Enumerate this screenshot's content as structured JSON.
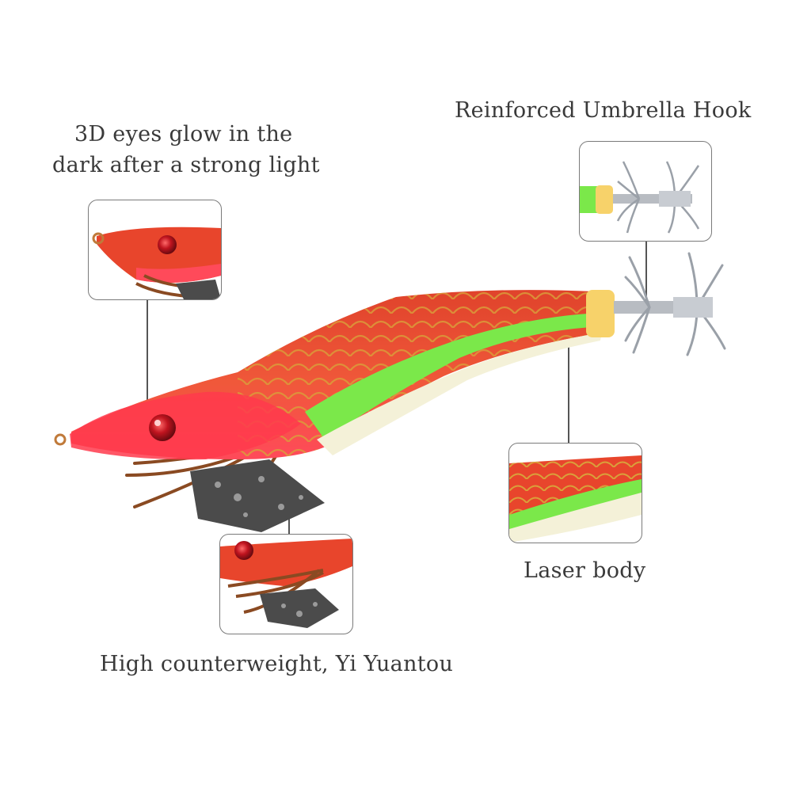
{
  "callouts": {
    "hook": "Reinforced Umbrella Hook",
    "eyes_line1": "3D eyes glow in the",
    "eyes_line2": "dark after a strong light",
    "body": "Laser body",
    "weight": "High counterweight, Yi Yuantou"
  },
  "colors": {
    "body_red": "#e8452c",
    "body_orange": "#f26a3a",
    "stripe_green": "#7be84a",
    "belly_cream": "#f4f1d8",
    "scale_gold": "#d99a3a",
    "eye_red": "#b0121c",
    "sinker_gray": "#4a4a4a",
    "hook_silver": "#b8bcc2",
    "feather_brown": "#8a4a22"
  },
  "icons": [
    "squid-jig-lure-image",
    "umbrella-hook-icon",
    "lure-eye-icon",
    "sinker-weight-icon"
  ]
}
